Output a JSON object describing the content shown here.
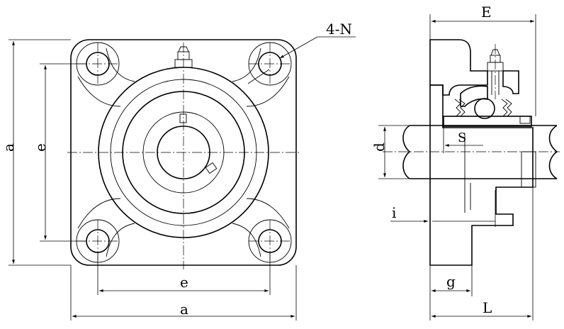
{
  "labels": {
    "a_vertical": "a",
    "e_vertical": "e",
    "e_horizontal": "e",
    "a_horizontal": "a",
    "holes": "4-N",
    "E": "E",
    "S": "S",
    "d": "d",
    "i": "i",
    "g": "g",
    "L": "L"
  }
}
